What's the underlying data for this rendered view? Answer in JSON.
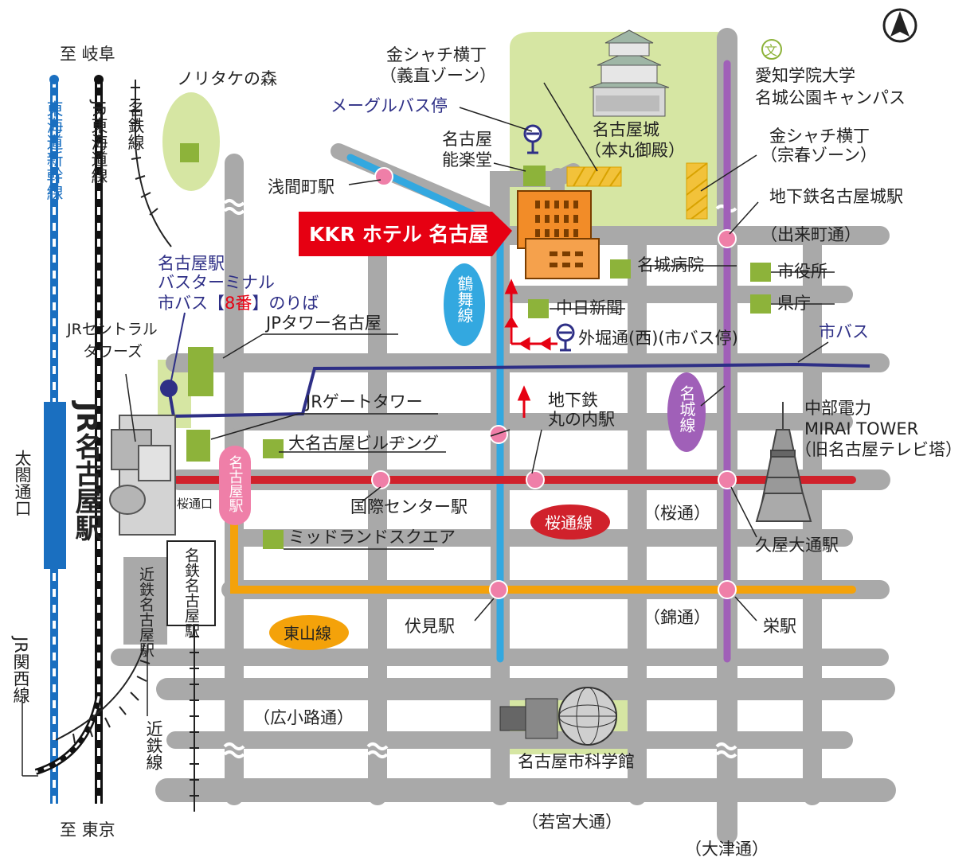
{
  "colors": {
    "road": "#a9a9a9",
    "park": "#d6e6a3",
    "building": "#8db33a",
    "tsurumai": "#33a8e0",
    "meijo": "#a060b8",
    "sakuradori": "#d0212b",
    "higashiyama": "#f4a20a",
    "shinkansen": "#1a6fc0",
    "bus": "#2e2f86",
    "station": "#ef7fa8",
    "hotel_red": "#e60012",
    "hotel_orange": "#f28c28"
  },
  "labels": {
    "to_gifu": "至 岐阜",
    "to_tokyo": "至 東京",
    "shinkansen": "東海道新幹線",
    "jr_tokaido": "JR東海道線",
    "meitetsu_line": "名鉄線",
    "kintetsu_line": "近鉄線",
    "jr_kansai": "JR関西線",
    "taiko_exit": "太閤通口",
    "jr_nagoya_station": "JR名古屋駅",
    "sakuradori_exit": "桜通口",
    "meitetsu_nagoya": "名鉄名古屋駅",
    "kintetsu_nagoya": "近鉄名古屋駅",
    "noritake": "ノリタケの森",
    "bus_terminal_1": "名古屋駅",
    "bus_terminal_2": "バスターミナル",
    "bus_terminal_3a": "市バス【",
    "bus_terminal_3b": "8番",
    "bus_terminal_3c": "】のりば",
    "jr_central_towers_1": "JRセントラル",
    "jr_central_towers_2": "タワーズ",
    "jp_tower": "JPタワー名古屋",
    "jr_gate_tower": "JRゲートタワー",
    "dai_nagoya_bldg": "大名古屋ビルヂング",
    "midland_square": "ミッドランドスクエア",
    "kokusai_center": "国際センター駅",
    "nagoya_station_tag": "名古屋駅",
    "sakuradori_line": "桜通線",
    "higashiyama_line": "東山線",
    "fushimi_station": "伏見駅",
    "hirokoji_dori": "（広小路通）",
    "kagaku_kan": "名古屋市科学館",
    "wakamiya_odori": "（若宮大通）",
    "otsu_dori": "（大津通）",
    "nishiki_dori": "（錦通）",
    "sakura_dori": "（桜通）",
    "sakae_station": "栄駅",
    "hisaya_station": "久屋大通駅",
    "mirai_1": "中部電力",
    "mirai_2": "MIRAI TOWER",
    "mirai_3": "（旧名古屋テレビ塔）",
    "meijo_line": "名城線",
    "city_bus": "市バス",
    "maru_station_1": "地下鉄",
    "maru_station_2": "丸の内駅",
    "sotobori_bus": "外堀通(西)(市バス停)",
    "chunichi": "中日新聞",
    "meijo_hospital": "名城病院",
    "shiyakusho": "市役所",
    "kencho": "県庁",
    "demachi_dori": "（出来町通）",
    "shiyakusho_station": "地下鉄名古屋城駅",
    "kinshachi_muneharu_1": "金シャチ横丁",
    "kinshachi_muneharu_2": "（宗春ゾーン）",
    "aichi_gakuin_1": "愛知学院大学",
    "aichi_gakuin_2": "名城公園キャンパス",
    "school_symbol": "文",
    "nagoya_castle_1": "名古屋城",
    "nagoya_castle_2": "（本丸御殿）",
    "kinshachi_yoshinao_1": "金シャチ横丁",
    "kinshachi_yoshinao_2": "（義直ゾーン）",
    "meguru_bus": "メーグルバス停",
    "nohgakudo_1": "名古屋",
    "nohgakudo_2": "能楽堂",
    "sengencho": "浅間町駅",
    "hotel": "KKR ホテル 名古屋",
    "tsurumai_line": "鶴舞線"
  }
}
